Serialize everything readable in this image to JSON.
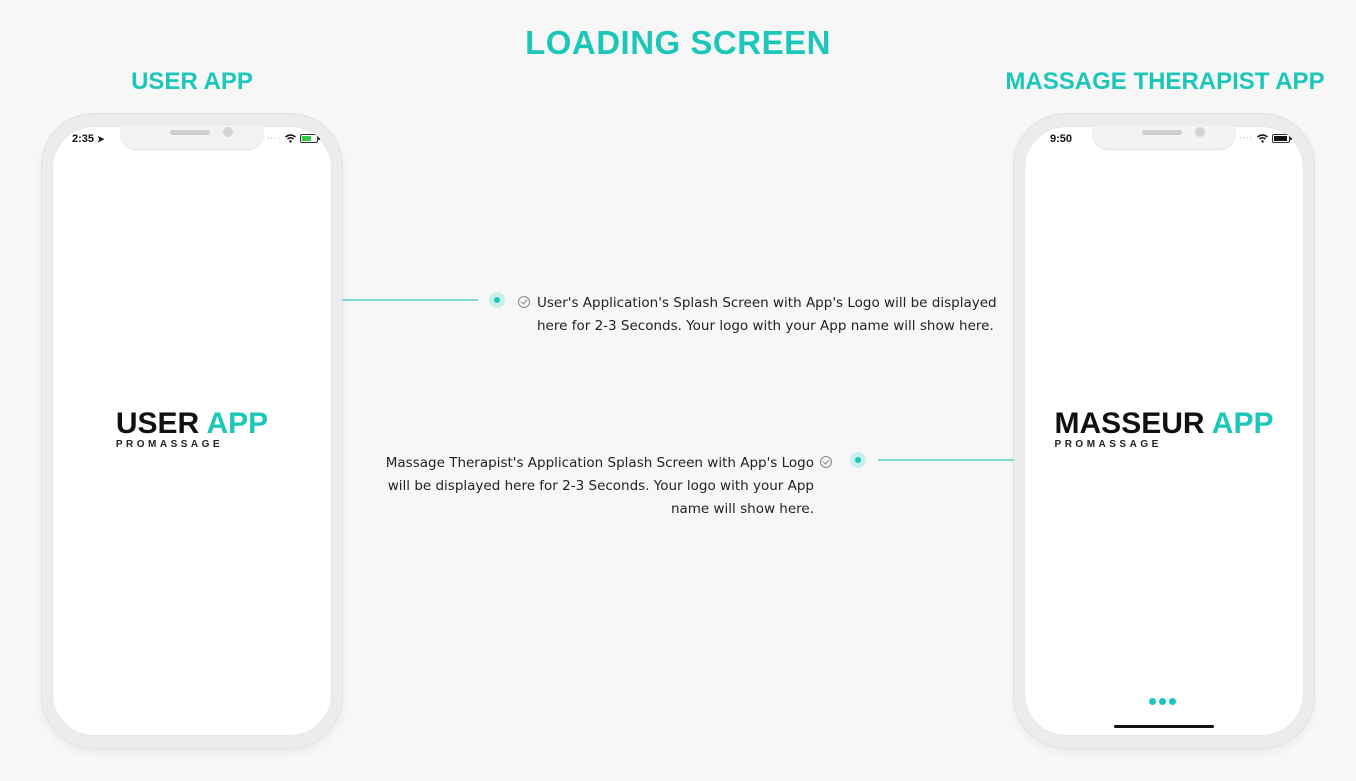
{
  "page": {
    "title": "LOADING SCREEN",
    "accent_color": "#1cc7b9"
  },
  "user_app": {
    "heading": "USER APP",
    "status_time": "2:35",
    "logo_main": "USER",
    "logo_accent": "APP",
    "logo_sub": "PROMASSAGE",
    "description": "User's Application's Splash Screen with App's Logo will be displayed here for 2-3 Seconds. Your logo with your App name will show here."
  },
  "therapist_app": {
    "heading": "MASSAGE THERAPIST APP",
    "status_time": "9:50",
    "logo_main": "MASSEUR",
    "logo_accent": "APP",
    "logo_sub": "PROMASSAGE",
    "description": "Massage Therapist's Application Splash Screen with App's Logo will be displayed here for 2-3 Seconds. Your logo with your App name will show here."
  }
}
